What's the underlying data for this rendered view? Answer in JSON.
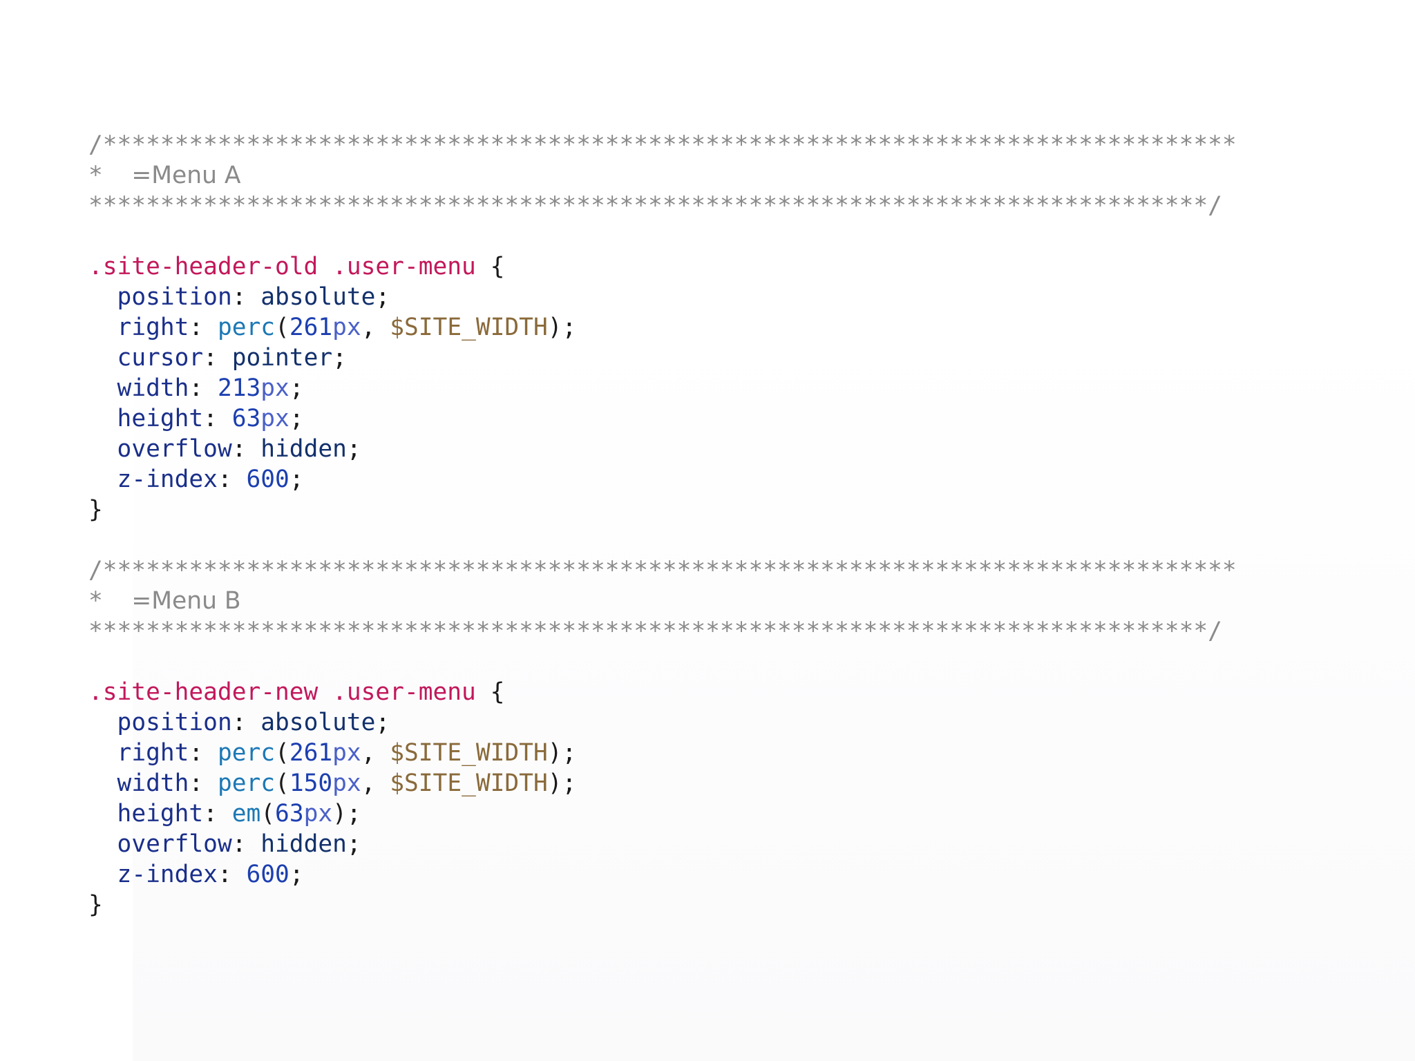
{
  "blocks": [
    {
      "comment": {
        "top": "/*******************************************************************************",
        "star": "*",
        "title": "=Menu A",
        "bottom": "******************************************************************************/"
      },
      "selector": ".site-header-old .user-menu",
      "open": "{",
      "close": "}",
      "declarations": [
        {
          "prop": "position",
          "value": "absolute"
        },
        {
          "prop": "right",
          "fn": "perc",
          "num": "261",
          "unit": "px",
          "var": "$SITE_WIDTH"
        },
        {
          "prop": "cursor",
          "value": "pointer"
        },
        {
          "prop": "width",
          "num": "213",
          "unit": "px"
        },
        {
          "prop": "height",
          "num": "63",
          "unit": "px"
        },
        {
          "prop": "overflow",
          "value": "hidden"
        },
        {
          "prop": "z-index",
          "num": "600"
        }
      ]
    },
    {
      "comment": {
        "top": "/*******************************************************************************",
        "star": "*",
        "title": "=Menu B",
        "bottom": "******************************************************************************/"
      },
      "selector": ".site-header-new .user-menu",
      "open": "{",
      "close": "}",
      "declarations": [
        {
          "prop": "position",
          "value": "absolute"
        },
        {
          "prop": "right",
          "fn": "perc",
          "num": "261",
          "unit": "px",
          "var": "$SITE_WIDTH"
        },
        {
          "prop": "width",
          "fn": "perc",
          "num": "150",
          "unit": "px",
          "var": "$SITE_WIDTH"
        },
        {
          "prop": "height",
          "fn": "em",
          "num": "63",
          "unit": "px"
        },
        {
          "prop": "overflow",
          "value": "hidden"
        },
        {
          "prop": "z-index",
          "num": "600"
        }
      ]
    }
  ],
  "colors": {
    "comment": "#8a8a8a",
    "selector": "#c2185b",
    "property": "#1a2f8a",
    "keyword_value": "#12306b",
    "number": "#1c3fb0",
    "unit": "#4a60c8",
    "function": "#1b78b5",
    "variable": "#8a6a3a"
  }
}
